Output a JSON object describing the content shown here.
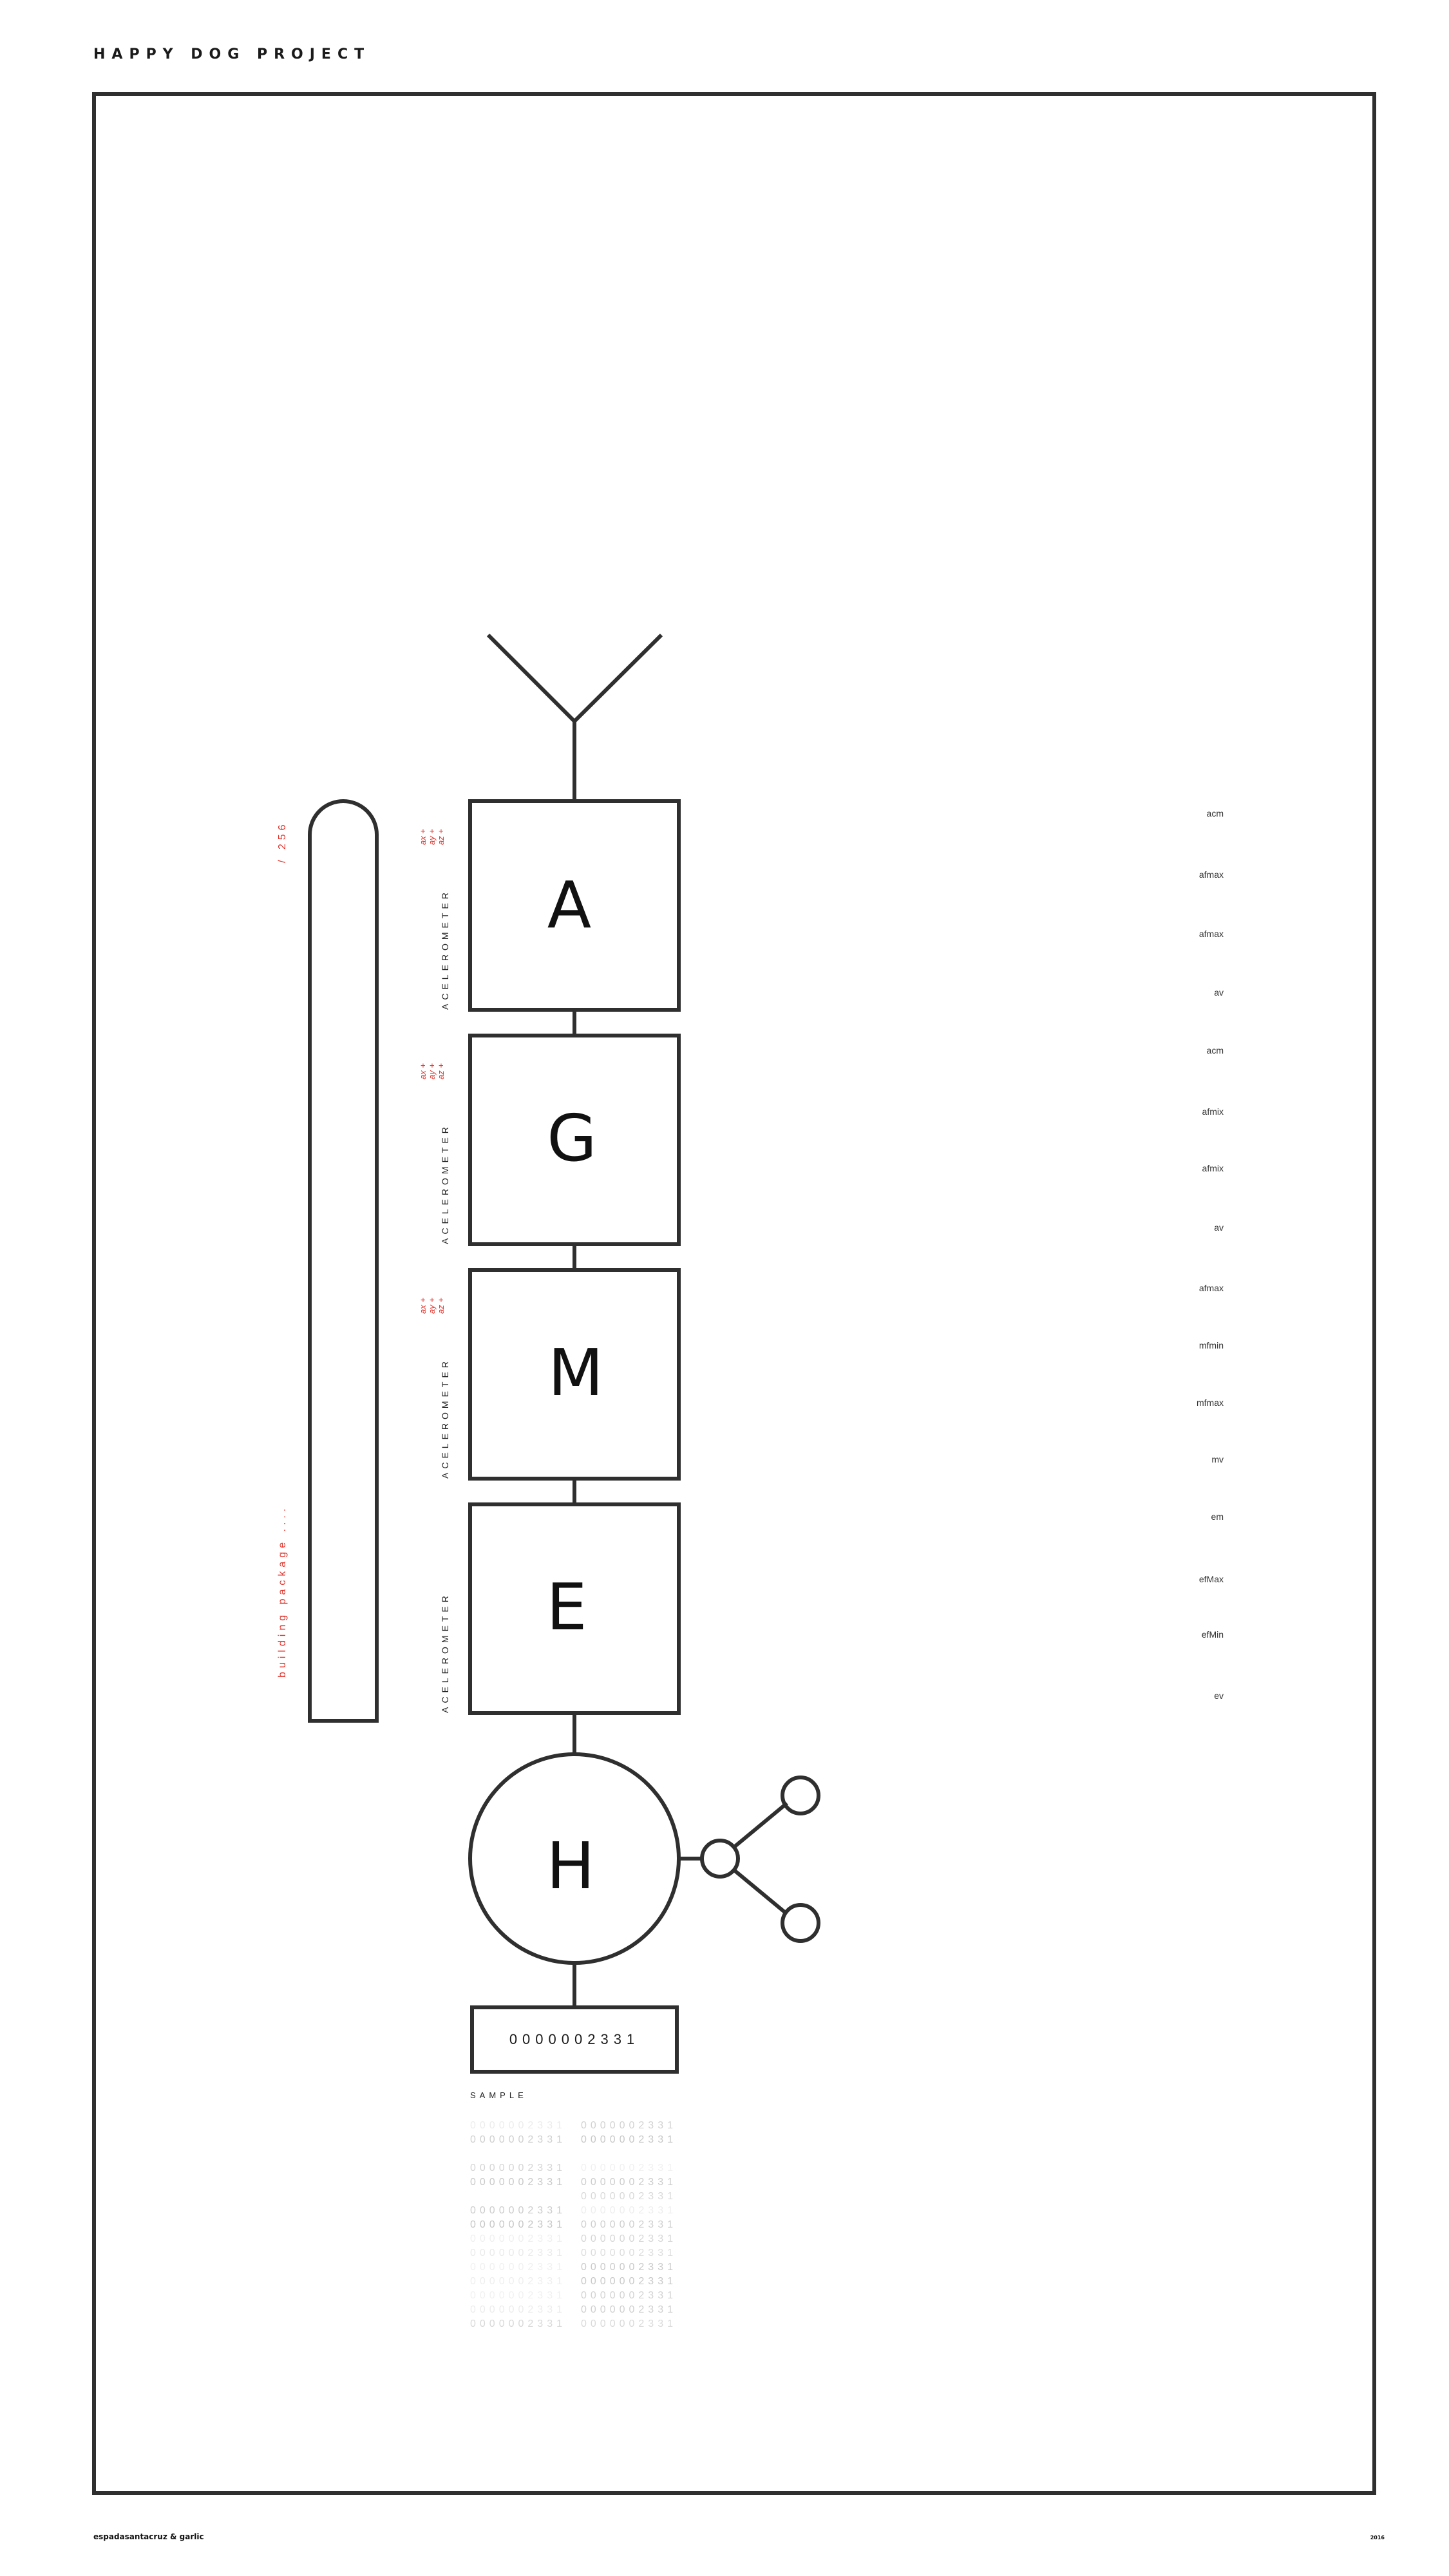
{
  "header": {
    "title": "HAPPY DOG PROJECT"
  },
  "blocks": [
    {
      "letter": "A",
      "label": "ACELEROMETER",
      "axes": [
        "ax +",
        "ay +",
        "az +"
      ]
    },
    {
      "letter": "G",
      "label": "ACELEROMETER",
      "axes": [
        "ax +",
        "ay +",
        "az +"
      ]
    },
    {
      "letter": "M",
      "label": "ACELEROMETER",
      "axes": [
        "ax +",
        "ay +",
        "az +"
      ]
    },
    {
      "letter": "E",
      "label": "ACELEROMETER",
      "axes": []
    }
  ],
  "hub": {
    "letter": "H"
  },
  "sidebar": {
    "count": "/ 256",
    "status": "building package ...."
  },
  "metrics": [
    "acm",
    "afmax",
    "afmax",
    "av",
    "acm",
    "afmix",
    "afmix",
    "av",
    "afmax",
    "mfmin",
    "mfmax",
    "mv",
    "em",
    "efMax",
    "efMin",
    "ev"
  ],
  "counter": {
    "value": "0000002331"
  },
  "sample": {
    "label": "SAMPLE",
    "col1": [
      "0000002331",
      "0000002331",
      "",
      "0000002331",
      "0000002331",
      "",
      "0000002331",
      "0000002331",
      "0000002331",
      "0000002331",
      "0000002331",
      "0000002331",
      "0000002331",
      "0000002331",
      "0000002331"
    ],
    "col2": [
      "0000002331",
      "0000002331",
      "",
      "0000002331",
      "0000002331",
      "0000002331",
      "0000002331",
      "0000002331",
      "0000002331",
      "0000002331",
      "0000002331",
      "0000002331",
      "0000002331",
      "0000002331",
      "0000002331"
    ]
  },
  "colors": {
    "accent": "#e0332b",
    "stroke": "#2f2f2f"
  },
  "footer": {
    "left": "espadasantacruz & garlic",
    "right": "2016"
  }
}
